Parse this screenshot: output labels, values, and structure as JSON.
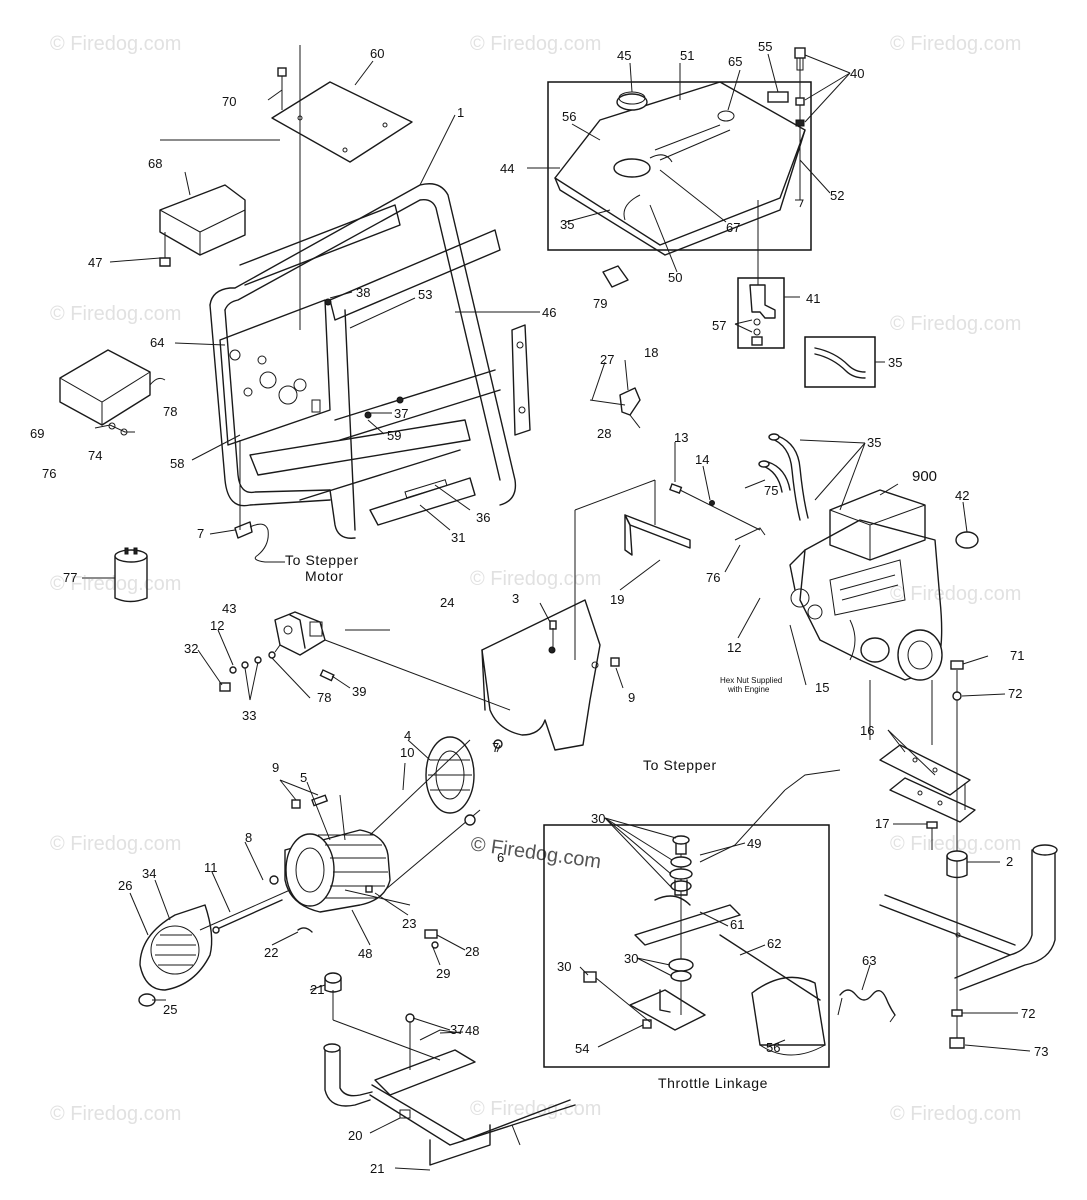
{
  "watermark": {
    "text": "© Firedog.com",
    "center_text": "© Firedog.com"
  },
  "callouts": [
    "1",
    "2",
    "3",
    "4",
    "5",
    "6",
    "7",
    "8",
    "9",
    "10",
    "11",
    "12",
    "13",
    "14",
    "15",
    "16",
    "17",
    "18",
    "19",
    "20",
    "21",
    "22",
    "23",
    "24",
    "25",
    "26",
    "27",
    "28",
    "29",
    "30",
    "31",
    "32",
    "33",
    "34",
    "35",
    "36",
    "37",
    "38",
    "39",
    "40",
    "41",
    "42",
    "43",
    "44",
    "45",
    "46",
    "47",
    "48",
    "49",
    "50",
    "51",
    "52",
    "53",
    "54",
    "55",
    "56",
    "57",
    "58",
    "59",
    "60",
    "61",
    "62",
    "63",
    "64",
    "65",
    "67",
    "68",
    "69",
    "70",
    "71",
    "72",
    "73",
    "74",
    "75",
    "76",
    "77",
    "78",
    "79",
    "900"
  ],
  "annotations": {
    "to_stepper_motor_line1": "To Stepper",
    "to_stepper_motor_line2": "Motor",
    "to_stepper": "To Stepper",
    "hex_nut_line1": "Hex Nut Supplied",
    "hex_nut_line2": "with Engine",
    "throttle_linkage": "Throttle Linkage"
  }
}
